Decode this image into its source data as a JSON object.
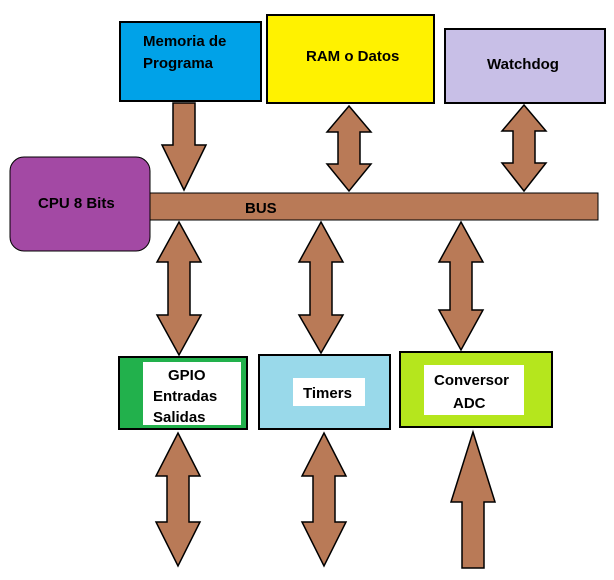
{
  "blocks": {
    "memoria": {
      "line1": "Memoria de",
      "line2": "Programa",
      "color": "#00A2E8"
    },
    "ram": {
      "label": "RAM o Datos",
      "color": "#FFF200"
    },
    "watchdog": {
      "label": "Watchdog",
      "color": "#C8BFE7"
    },
    "cpu": {
      "label": "CPU 8 Bits",
      "color": "#A349A4"
    },
    "bus": {
      "label": "BUS",
      "color": "#B97A57"
    },
    "gpio": {
      "line1": "GPIO",
      "line2": "Entradas",
      "line3": "Salidas",
      "color": "#22B14C"
    },
    "timers": {
      "label": "Timers",
      "color": "#99D9EA"
    },
    "adc": {
      "line1": "Conversor",
      "line2": "ADC",
      "color": "#B5E61D"
    }
  },
  "arrow_color": "#B97A57"
}
